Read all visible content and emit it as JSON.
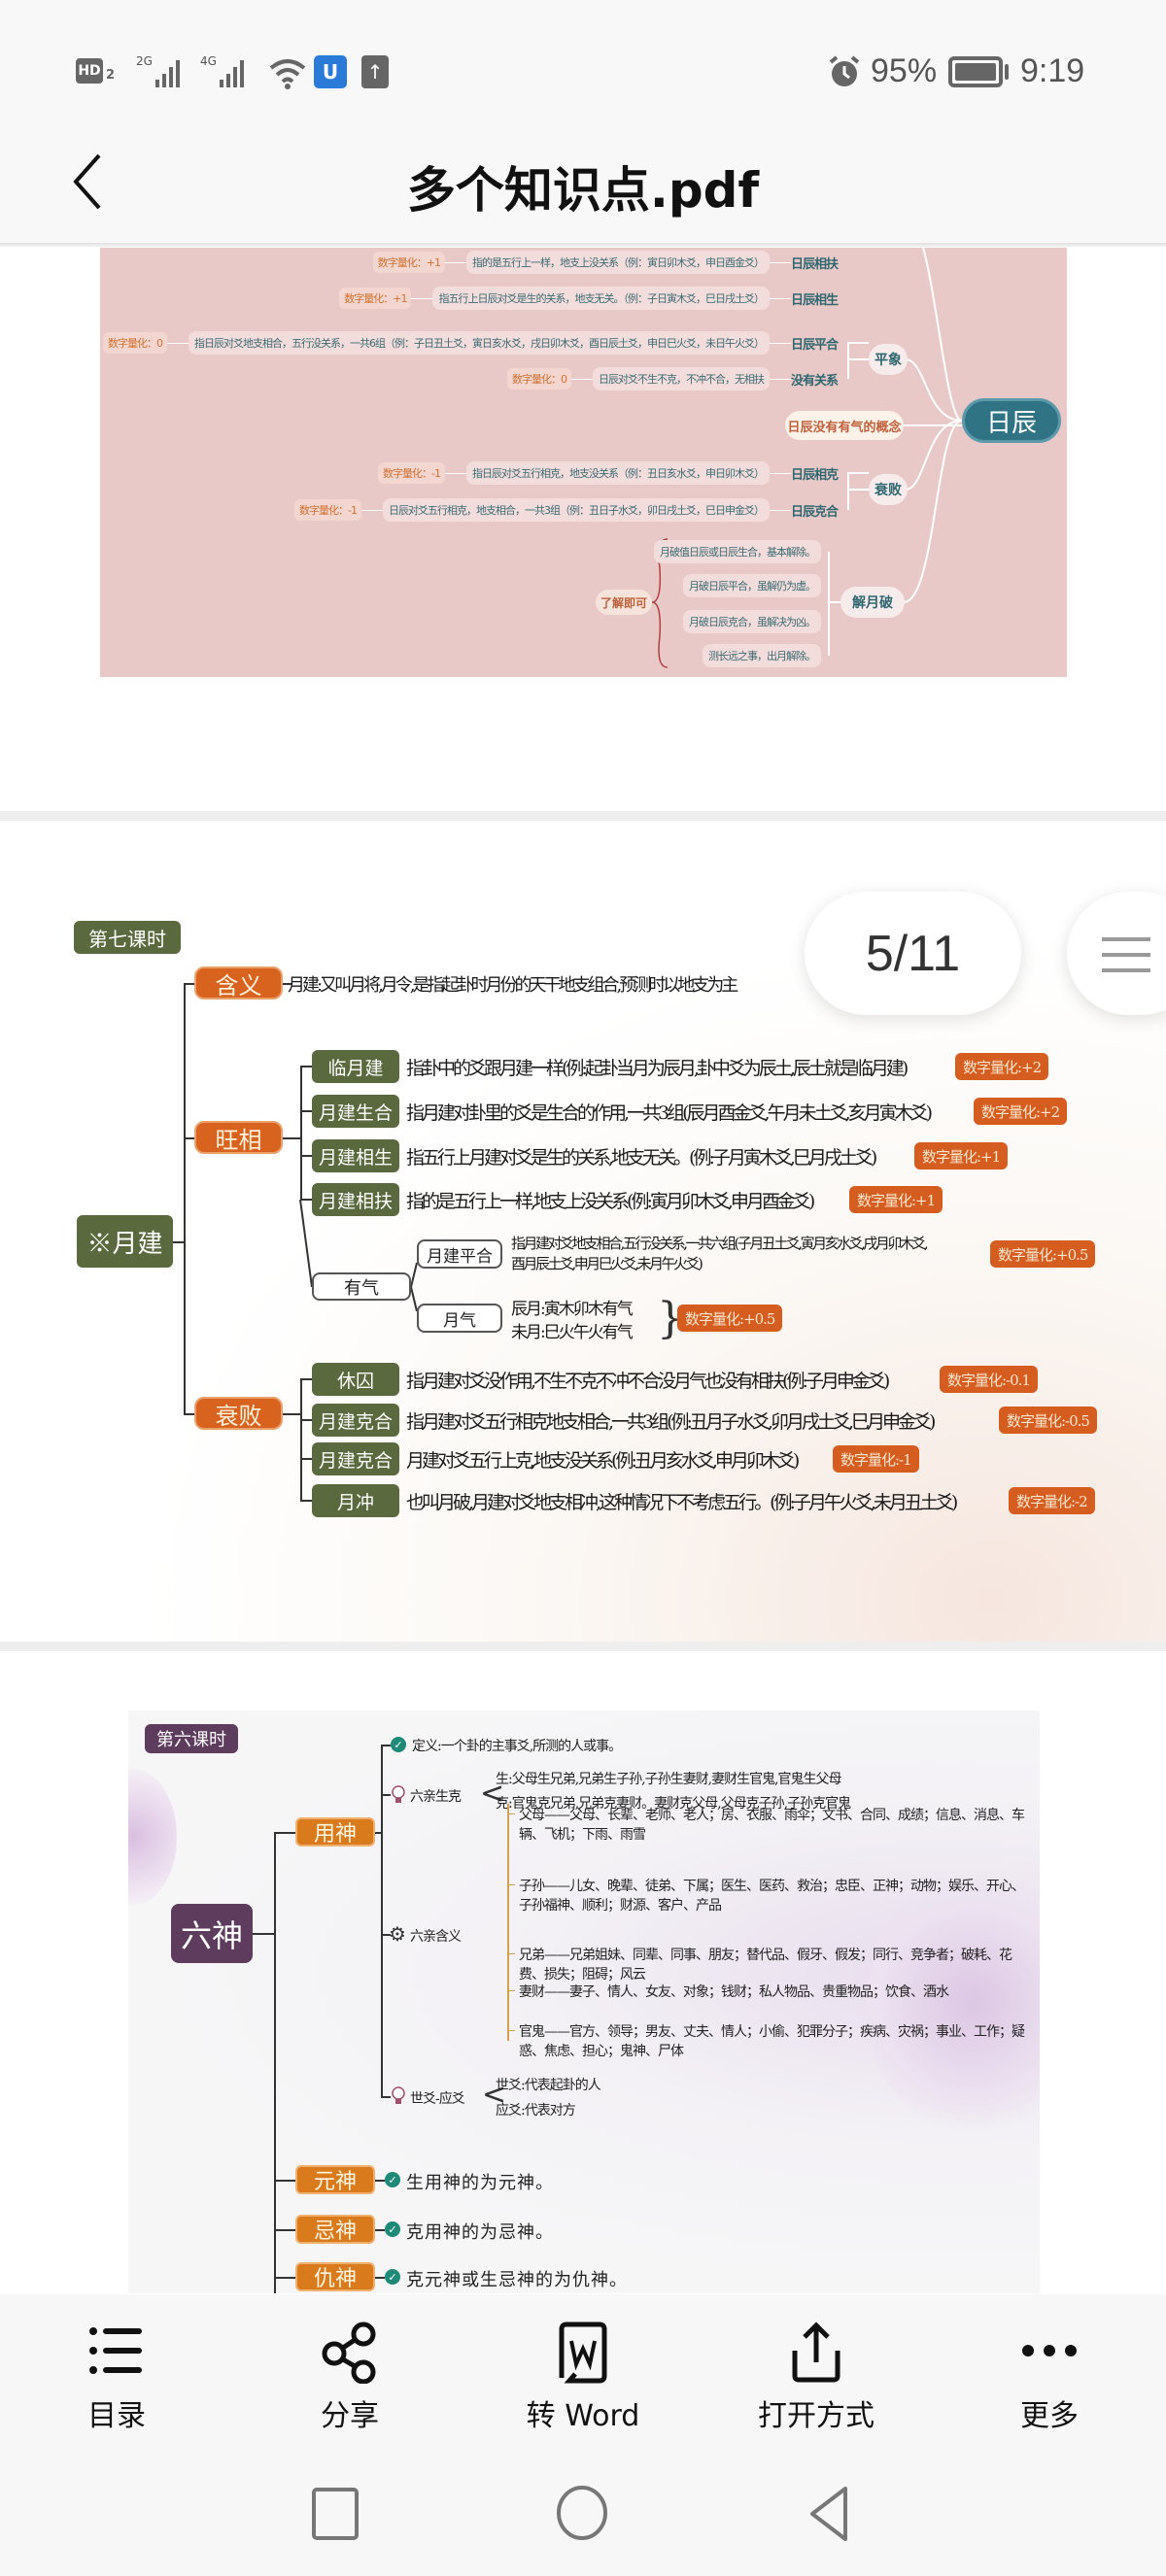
{
  "status_bar": {
    "hd_label": "HD",
    "hd_sim": "2",
    "sim1_label": "2G",
    "sim2_label": "4G",
    "icons": [
      "hd-voice-icon",
      "signal-2g-icon",
      "signal-4g-icon",
      "wifi-icon",
      "app-notification-icon",
      "upload-icon",
      "alarm-icon",
      "battery-icon"
    ],
    "battery": "95%",
    "time": "9:19"
  },
  "header": {
    "title": "多个知识点.pdf",
    "back_icon": "chevron-left-icon"
  },
  "page_indicator": "5/11",
  "page1": {
    "root": "日辰",
    "note": "日辰没有有气的概念",
    "groups": [
      "平象",
      "衰败",
      "解月破"
    ],
    "rows": [
      {
        "label": "日辰相扶",
        "desc": "指的是五行上一样，地支上没关系（例：寅日卯木爻，申日酉金爻）",
        "quant": "数字量化：+1"
      },
      {
        "label": "日辰相生",
        "desc": "指五行上日辰对爻是生的关系，地支无关。（例：子日寅木爻，巳日戌土爻）",
        "quant": "数字量化：+1"
      },
      {
        "label": "日辰平合",
        "desc": "指日辰对爻地支相合，五行没关系，一共6组（例：子日丑土爻，寅日亥水爻，戌日卯木爻，酉日辰土爻，申日巳火爻，未日午火爻）",
        "quant": "数字量化：0"
      },
      {
        "label": "没有关系",
        "desc": "日辰对爻不生不克，不冲不合，无相扶",
        "quant": "数字量化：0"
      },
      {
        "label": "日辰相克",
        "desc": "指日辰对爻五行相克，地支没关系（例：丑日亥水爻，申日卯木爻）",
        "quant": "数字量化：-1"
      },
      {
        "label": "日辰克合",
        "desc": "日辰对爻五行相克，地支相合，一共3组（例：丑日子水爻，卯日戌土爻，巳日申金爻）",
        "quant": "数字量化：-1"
      }
    ],
    "understand": "了解即可",
    "jieyuepo_items": [
      "月破值日辰或日辰生合，基本解除。",
      "月破日辰平合，虽解仍为虚。",
      "月破日辰克合，虽解决为凶。",
      "测长远之事，出月解除。"
    ]
  },
  "page2": {
    "lesson": "第七课时",
    "root": "※月建",
    "meaning_label": "含义",
    "meaning_text": "月建:又叫月将,月令,是指起卦时月份的天干地支组合,预测时以地支为主",
    "prosper_label": "旺相",
    "decline_label": "衰败",
    "prosper_rows": [
      {
        "label": "临月建",
        "desc": "指卦中的爻跟月建一样(例:起卦当月为辰月,卦中爻为辰土,辰土就是临月建)",
        "quant": "数字量化:+2"
      },
      {
        "label": "月建生合",
        "desc": "指月建对卦里的爻是生合的作用,一共3组(辰月酉金爻,午月未土爻,亥月寅木爻)",
        "quant": "数字量化:+2"
      },
      {
        "label": "月建相生",
        "desc": "指五行上月建对爻是生的关系,地支无关。(例:子月寅木爻,巳月戌土爻)",
        "quant": "数字量化:+1"
      },
      {
        "label": "月建相扶",
        "desc": "指的是五行上一样,地支上没关系(例:寅月卯木爻,申月酉金爻)",
        "quant": "数字量化:+1"
      }
    ],
    "youqi": {
      "label": "有气",
      "pinghe_label": "月建平合",
      "pinghe_lines": [
        "指月建对爻地支相合,五行没关系,一共六组(子月丑土爻,寅月亥水爻,戌月卯木爻,",
        "酉月辰土爻,申月巳火爻,未月午火爻)"
      ],
      "pinghe_quant": "数字量化:+0.5",
      "yueqi_label": "月气",
      "yueqi_lines": [
        "辰月:寅木卯木有气",
        "未月:巳火午火有气"
      ],
      "yueqi_quant": "数字量化:+0.5"
    },
    "decline_rows": [
      {
        "label": "休囚",
        "desc": "指月建对爻没作用,不生不克不冲不合没月气也没有相扶(例:子月申金爻)",
        "quant": "数字量化:-0.1"
      },
      {
        "label": "月建克合",
        "desc": "指月建对爻五行相克地支相合,一共3组(例:丑月子水爻,卯月戌土爻,巳月申金爻)",
        "quant": "数字量化:-0.5"
      },
      {
        "label": "月建克合",
        "desc": "月建对爻五行上克,地支没关系(例:丑月亥水爻,申月卯木爻)",
        "quant": "数字量化:-1"
      },
      {
        "label": "月冲",
        "desc": "也叫月破,月建对爻地支相冲,这种情况下不考虑五行。(例:子月午火爻,未月丑土爻)",
        "quant": "数字量化:-2"
      }
    ]
  },
  "page3": {
    "lesson": "第六课时",
    "root": "六神",
    "yongshen": "用神",
    "definition": "定义:一个卦的主事爻,所测的人或事。",
    "shengke_label": "六亲生克",
    "shengke_lines": [
      "生:父母生兄弟,兄弟生子孙,子孙生妻财,妻财生官鬼,官鬼生父母",
      "克:官鬼克兄弟,兄弟克妻财。妻财克父母,父母克子孙,子孙克官鬼"
    ],
    "hanyi_label": "六亲含义",
    "hanyi_items": [
      "父母——父母、长辈、老师、老人；房、衣服、雨伞；文书、合同、成绩；信息、消息、车辆、飞机；下雨、雨雪",
      "子孙——儿女、晚辈、徒弟、下属；医生、医药、救治；忠臣、正神；动物；娱乐、开心、子孙福神、顺利；财源、客户、产品",
      "兄弟——兄弟姐妹、同辈、同事、朋友；替代品、假牙、假发；同行、竞争者；破耗、花费、损失；阻碍；风云",
      "妻财——妻子、情人、女友、对象；钱财；私人物品、贵重物品；饮食、酒水",
      "官鬼——官方、领导；男友、丈夫、情人；小偷、犯罪分子；疾病、灾祸；事业、工作；疑惑、焦虑、担心；鬼神、尸体"
    ],
    "shiying_label": "世爻-应爻",
    "shiying_lines": [
      "世爻:代表起卦的人",
      "应爻:代表对方"
    ],
    "others": [
      {
        "label": "元神",
        "desc": "生用神的为元神。"
      },
      {
        "label": "忌神",
        "desc": "克用神的为忌神。"
      },
      {
        "label": "仇神",
        "desc": "克元神或生忌神的为仇神。"
      }
    ]
  },
  "toolbar": {
    "items": [
      {
        "label": "目录",
        "icon": "list-icon"
      },
      {
        "label": "分享",
        "icon": "share-icon"
      },
      {
        "label": "转 Word",
        "icon": "word-convert-icon"
      },
      {
        "label": "打开方式",
        "icon": "open-with-icon"
      },
      {
        "label": "更多",
        "icon": "more-icon"
      }
    ]
  },
  "nav": {
    "icons": [
      "recent-apps-icon",
      "home-icon",
      "back-icon"
    ]
  },
  "colors": {
    "olive": "#5b6a3e",
    "orange": "#d8631f",
    "teal": "#2f7385",
    "purple": "#5e3c5e",
    "pink_bg": "#e9c9c8"
  }
}
